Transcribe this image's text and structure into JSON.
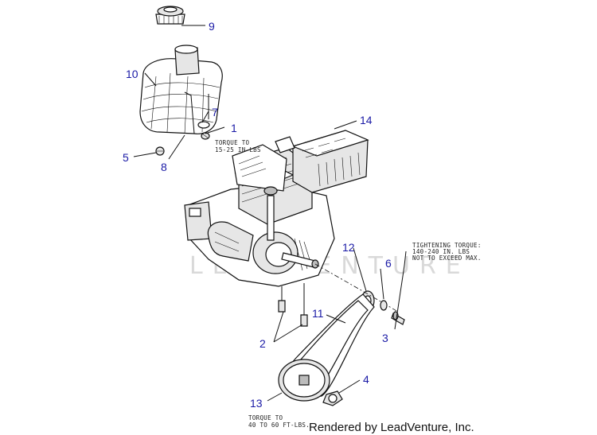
{
  "callouts": {
    "c1": "1",
    "c2": "2",
    "c3": "3",
    "c4": "4",
    "c5": "5",
    "c6": "6",
    "c7": "7",
    "c8": "8",
    "c9": "9",
    "c10": "10",
    "c11": "11",
    "c12": "12",
    "c13": "13",
    "c14": "14"
  },
  "notes": {
    "torque_tank_1": "TORQUE TO",
    "torque_tank_2": "15-25 IN-LBS",
    "tighten_1": "TIGHTENING TORQUE:",
    "tighten_2": "140-240 IN. LBS",
    "tighten_3": "NOT TO EXCEED MAX.",
    "torque_pulley_1": "TORQUE TO",
    "torque_pulley_2": "40 TO 60 FT-LBS."
  },
  "watermark": "LEADVENTURE",
  "credit": "Rendered by LeadVenture, Inc.",
  "colors": {
    "callout": "#1a1aa6",
    "line": "#111111",
    "watermark": "#d9d9d9"
  }
}
